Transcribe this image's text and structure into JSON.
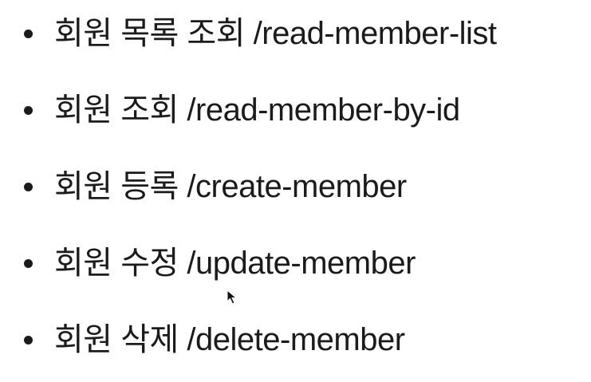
{
  "list": {
    "items": [
      {
        "text": "회원 목록 조회 /read-member-list"
      },
      {
        "text": "회원 조회 /read-member-by-id"
      },
      {
        "text": "회원 등록 /create-member"
      },
      {
        "text": "회원 수정 /update-member"
      },
      {
        "text": "회원 삭제 /delete-member"
      }
    ]
  },
  "cursor": {
    "icon": "mouse-pointer-icon"
  },
  "colors": {
    "text": "#1b1b1b",
    "background": "#ffffff"
  }
}
